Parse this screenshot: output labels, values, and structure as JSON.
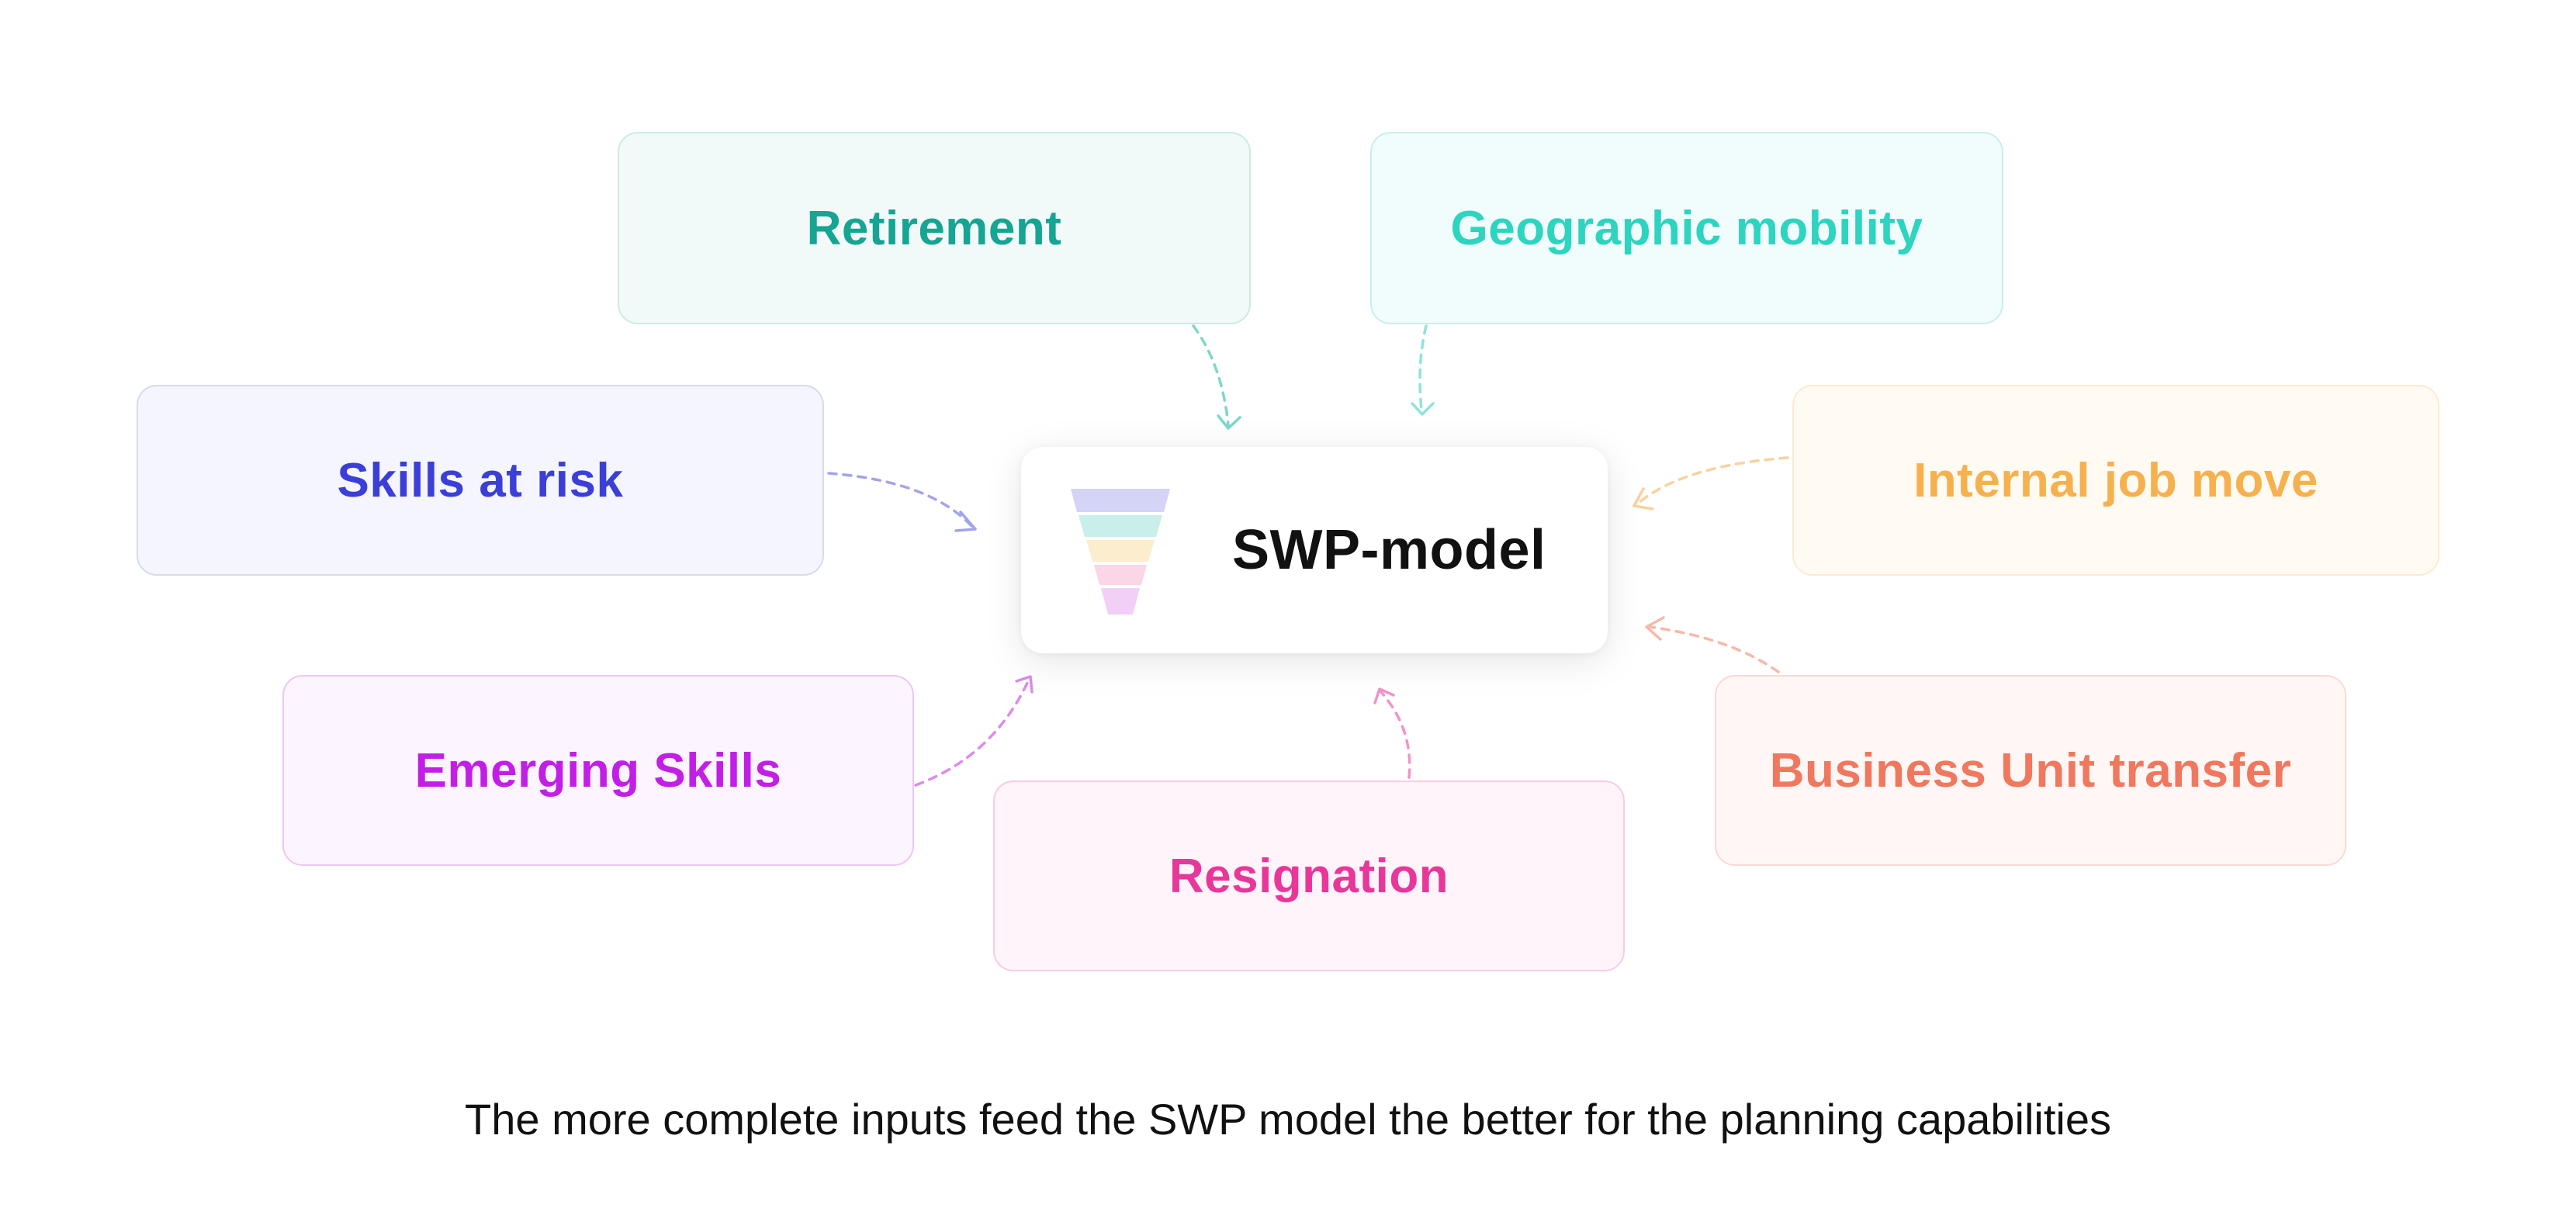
{
  "center": {
    "label": "SWP-model"
  },
  "inputs": {
    "retirement": {
      "label": "Retirement",
      "text_color": "#16A493",
      "bg": "#F1FAF8",
      "border": "#C9ECE5"
    },
    "geographic_mobility": {
      "label": "Geographic mobility",
      "text_color": "#2DD4BF",
      "bg": "#F1FCFC",
      "border": "#C6F0EC"
    },
    "skills_at_risk": {
      "label": "Skills at risk",
      "text_color": "#3B3FD8",
      "bg": "#F5F6FD",
      "border": "#D6D9F3"
    },
    "internal_job_move": {
      "label": "Internal job move",
      "text_color": "#F6B14E",
      "bg": "#FFFBF3",
      "border": "#FBEBD2"
    },
    "emerging_skills": {
      "label": "Emerging Skills",
      "text_color": "#C21FE6",
      "bg": "#FCF4FE",
      "border": "#EBC7F4"
    },
    "business_unit_transfer": {
      "label": "Business Unit transfer",
      "text_color": "#F0785E",
      "bg": "#FFF7F5",
      "border": "#FADAD2"
    },
    "resignation": {
      "label": "Resignation",
      "text_color": "#E8379A",
      "bg": "#FEF4F9",
      "border": "#F8CCE2"
    }
  },
  "funnel_colors": [
    "#D4D4F6",
    "#C8EFE9",
    "#FDEDCF",
    "#FAD6E6",
    "#F1CFF6"
  ],
  "caption": "The more complete inputs feed the SWP model the better for the planning capabilities"
}
